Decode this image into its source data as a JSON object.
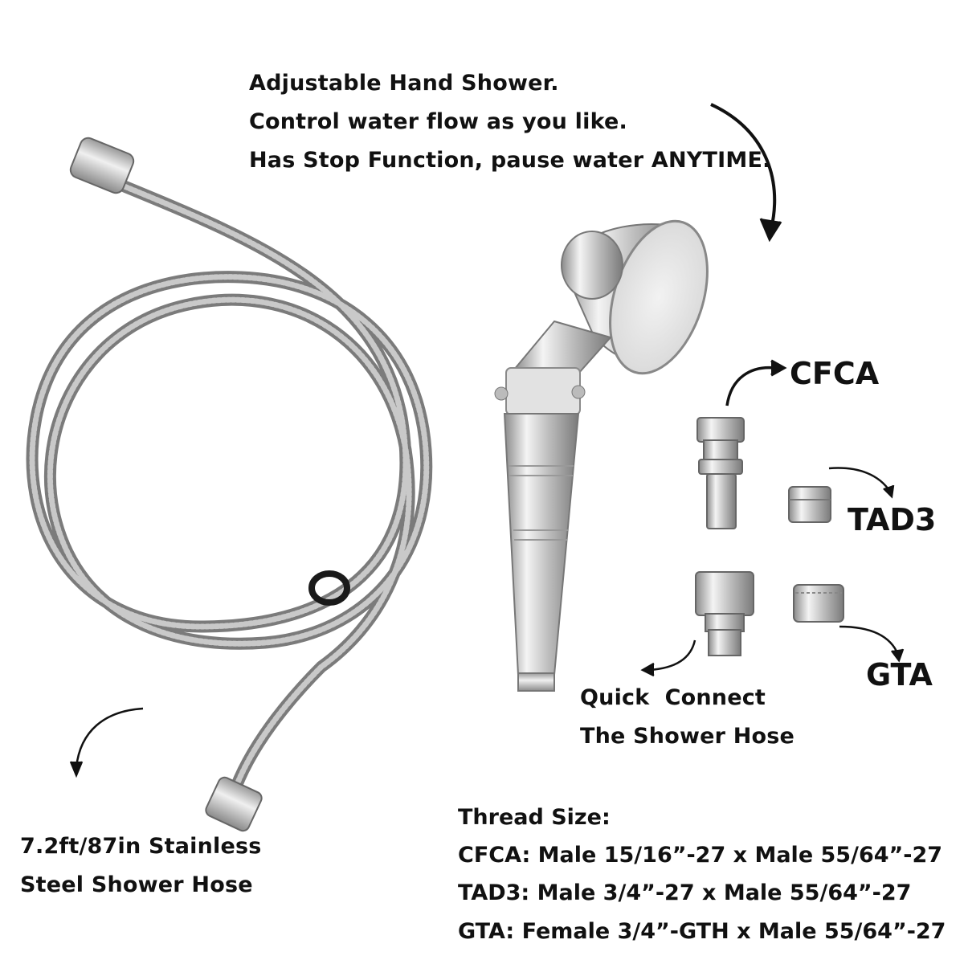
{
  "top_text": {
    "line1": "Adjustable Hand Shower.",
    "line2": "Control water flow as you like.",
    "line3": "Has Stop Function, pause water ANYTIME."
  },
  "adapters": {
    "cfca": "CFCA",
    "tad3": "TAD3",
    "gta": "GTA"
  },
  "quick_connect": {
    "line1": "Quick  Connect",
    "line2": "The Shower Hose"
  },
  "hose_text": {
    "line1": "7.2ft/87in Stainless",
    "line2": "Steel Shower Hose"
  },
  "thread": {
    "title": "Thread Size:",
    "cfca": "CFCA: Male 15/16”-27 x Male 55/64”-27",
    "tad3": "TAD3: Male 3/4”-27 x Male 55/64”-27",
    "gta": "GTA: Female 3/4”-GTH x Male 55/64”-27"
  },
  "colors": {
    "text": "#111111",
    "steel": "#8e8e8e",
    "chrome": "#c8c8c8"
  }
}
